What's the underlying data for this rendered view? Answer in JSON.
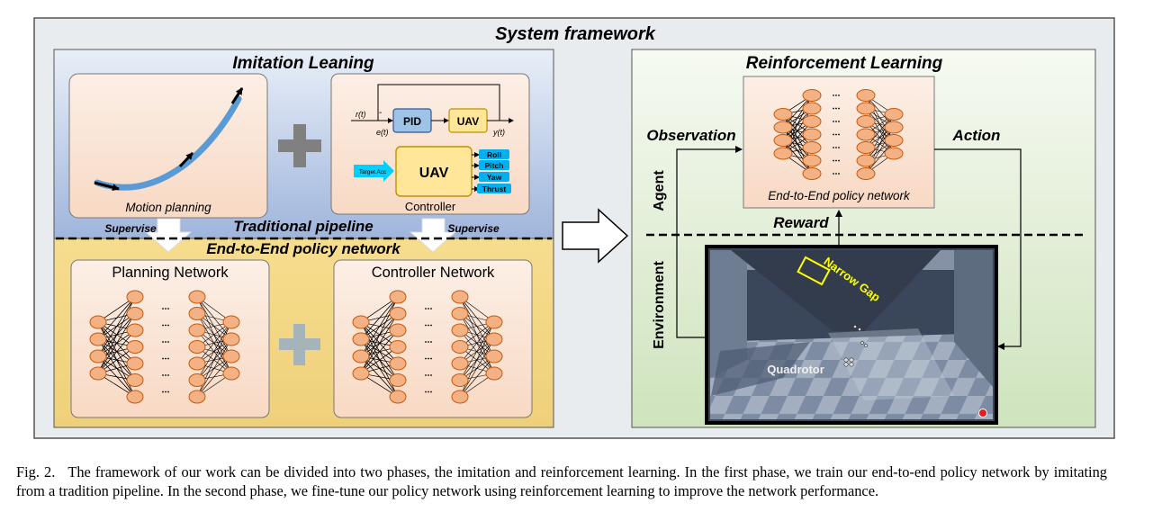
{
  "figure": {
    "title": "System framework",
    "imitation": {
      "title": "Imitation Leaning",
      "motion_label": "Motion planning",
      "controller": {
        "label": "Controller",
        "pid": "PID",
        "uav_small": "UAV",
        "rt": "r(t)",
        "et": "e(t)",
        "yt": "y(t)",
        "minus": "-",
        "uav_big": "UAV",
        "target_acc": "Target Acc",
        "outputs": [
          "Roll",
          "Pitch",
          "Yaw",
          "Thrust"
        ]
      },
      "pipeline_label": "Traditional pipeline",
      "supervise_left": "Supervise",
      "supervise_right": "Supervise",
      "e2e_label": "End-to-End policy network",
      "planning_network": "Planning Network",
      "controller_network": "Controller Network"
    },
    "rl": {
      "title": "Reinforcement Learning",
      "policy_label": "End-to-End policy network",
      "observation": "Observation",
      "action": "Action",
      "reward": "Reward",
      "agent": "Agent",
      "environment": "Environment",
      "narrow_gap": "Narrow Gap",
      "quadrotor": "Quadrotor"
    },
    "colors": {
      "node_fill": "#f4b183",
      "node_stroke": "#c55a11",
      "peach_panel": "#fbe5d6",
      "orange_bg": "#f2d283",
      "rl_bg": "#dcebd0",
      "curve_blue": "#5b9bd5",
      "cyan": "#00b0f0",
      "yellow": "#ffe699",
      "narrow_gap_yellow": "#ffff00"
    }
  },
  "caption": {
    "label": "Fig. 2.",
    "text": "The framework of our work can be divided into two phases, the imitation and reinforcement learning. In the first phase, we train our end-to-end policy network by imitating from a tradition pipeline. In the second phase, we fine-tune our policy network using reinforcement learning to improve the network performance."
  }
}
